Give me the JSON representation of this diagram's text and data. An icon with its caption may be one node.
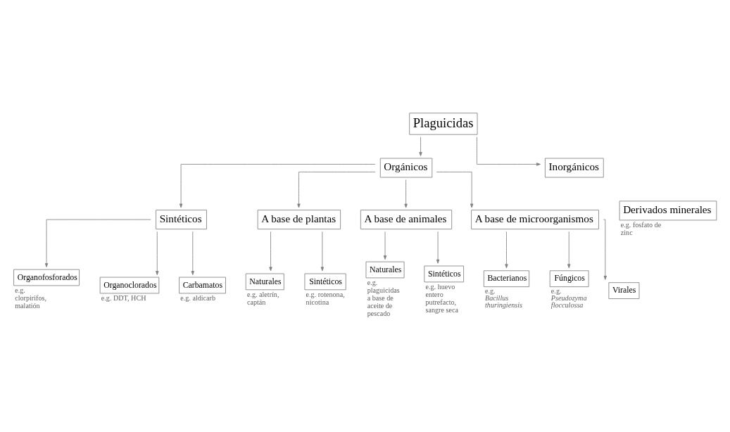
{
  "diagram": {
    "nodes": [
      {
        "text": [
          "Plaguicidas"
        ]
      },
      {
        "text": [
          "Orgánicos"
        ]
      },
      {
        "text": [
          "Inorgánicos"
        ]
      },
      {
        "text": [
          "Derivados minerales"
        ],
        "beside": [
          "e.g. fosfato de zinc"
        ]
      },
      {
        "text": [
          "Sintéticos"
        ]
      },
      {
        "text": [
          "A base de plantas"
        ]
      },
      {
        "text": [
          "A base de animales"
        ]
      },
      {
        "text": [
          "A base de microorganismos"
        ]
      },
      {
        "text": [
          "Organofosforados"
        ],
        "beside": [
          "e.g. clorpirifos, malatión"
        ]
      },
      {
        "text": [
          "Organoclorados"
        ],
        "beside": [
          "e.g. DDT, HCH"
        ]
      },
      {
        "text": [
          "Carbamatos"
        ],
        "beside": [
          "e.g. aldicarb"
        ]
      },
      {
        "text": [
          "Naturales"
        ],
        "beside": [
          "e.g. aletrín, captán"
        ]
      },
      {
        "text": [
          "Sintéticos"
        ],
        "beside": [
          "e.g. rotenona, nicotina"
        ]
      },
      {
        "text": [
          "Naturales"
        ],
        "beside": [
          "e.g. plaguicidas a base de aceite de pescado"
        ]
      },
      {
        "text": [
          "Sintéticos"
        ],
        "beside": [
          "e.g. huevo entero putrefacto, sangre seca"
        ]
      },
      {
        "text": [
          "Bacterianos"
        ],
        "beside": [
          "e.g. *Bacillus thuringiensis*"
        ]
      },
      {
        "text": [
          "Fúngicos"
        ],
        "beside": [
          "e.g. *Pseudozyma flocculossa*"
        ]
      },
      {
        "text": [
          "Virales"
        ]
      }
    ],
    "edges": [
      {
        "from": 0,
        "to": 1,
        "arrow": "to"
      },
      {
        "from": 0,
        "to": 2,
        "arrow": "to"
      },
      {
        "from": 1,
        "to": 4,
        "arrow": "to"
      },
      {
        "from": 1,
        "to": 5,
        "arrow": "to"
      },
      {
        "from": 1,
        "to": 6,
        "arrow": "to"
      },
      {
        "from": 1,
        "to": 7,
        "arrow": "to"
      },
      {
        "from": 4,
        "to": 8,
        "arrow": "to"
      },
      {
        "from": 4,
        "to": 9,
        "arrow": "to"
      },
      {
        "from": 4,
        "to": 10,
        "arrow": "to"
      },
      {
        "from": 5,
        "to": 11,
        "arrow": "to"
      },
      {
        "from": 5,
        "to": 12,
        "arrow": "to"
      },
      {
        "from": 6,
        "to": 13,
        "arrow": "to"
      },
      {
        "from": 6,
        "to": 14,
        "arrow": "to"
      },
      {
        "from": 7,
        "to": 15,
        "arrow": "to"
      },
      {
        "from": 7,
        "to": 16,
        "arrow": "to"
      },
      {
        "from": 7,
        "to": 17,
        "arrow": "to"
      }
    ]
  }
}
